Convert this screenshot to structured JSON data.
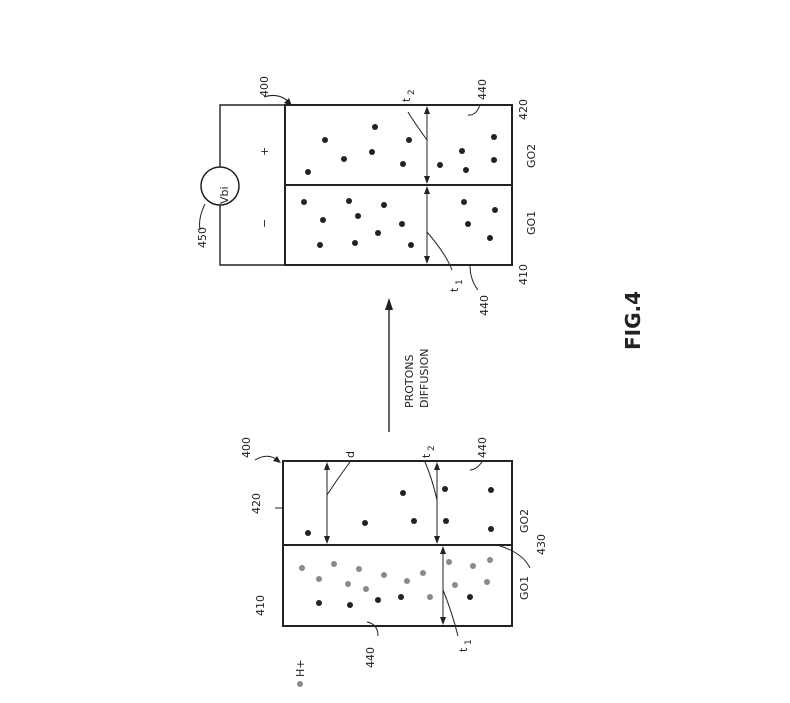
{
  "figure": {
    "caption": "FIG.4",
    "arrow_label_1": "PROTONS",
    "arrow_label_2": "DIFFUSION"
  },
  "left_panel": {
    "ref_assembly": "400",
    "ref_go1": "410",
    "ref_go2": "420",
    "ref_interface": "430",
    "ref_ions_1": "440",
    "ref_ions_2": "440",
    "layer_go1": "GO1",
    "layer_go2": "GO2",
    "dim_d": "d",
    "dim_t1": "t",
    "dim_t1_sub": "1",
    "dim_t2": "t",
    "dim_t2_sub": "2",
    "legend": "H+"
  },
  "right_panel": {
    "ref_assembly": "400",
    "ref_go1": "410",
    "ref_go2": "420",
    "ref_ions_1": "440",
    "ref_ions_2": "440",
    "ref_source": "450",
    "layer_go1": "GO1",
    "layer_go2": "GO2",
    "dim_t1": "t",
    "dim_t1_sub": "1",
    "dim_t2": "t",
    "dim_t2_sub": "2",
    "source_label": "Vbi",
    "minus": "−",
    "plus": "+"
  },
  "colors": {
    "ink": "#222222",
    "proton_gray": "#8a8a8a"
  }
}
